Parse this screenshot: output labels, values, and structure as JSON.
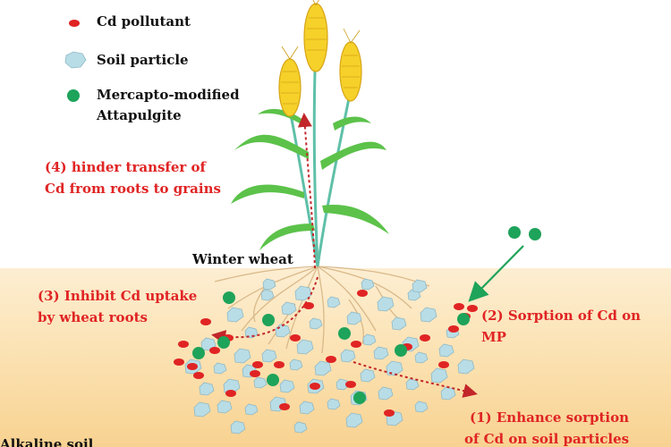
{
  "legend": {
    "cd": "Cd pollutant",
    "soil": "Soil particle",
    "mma_line1": "Mercapto-modified",
    "mma_line2": "Attapulgite"
  },
  "labels": {
    "step4_line1": "(4) hinder transfer of",
    "step4_line2": "Cd from roots to grains",
    "step3_line1": "(3) Inhibit Cd uptake",
    "step3_line2": "by wheat roots",
    "step2_line1": "(2) Sorption of Cd on",
    "step2_line2": "MP",
    "step1_line1": "(1) Enhance sorption",
    "step1_line2": "of Cd on soil particles",
    "wheat": "Winter wheat",
    "soil_type": "Alkaline soil"
  },
  "colors": {
    "cd": "#e02424",
    "soil_particle": "#b9dde6",
    "mma": "#1ea35a",
    "arrow_red": "#c2262a",
    "arrow_green": "#1ea35a",
    "leaf": "#5cc24a",
    "stem": "#5fc0a8",
    "wheat_head": "#f5d12a",
    "root": "#d9b98a"
  }
}
